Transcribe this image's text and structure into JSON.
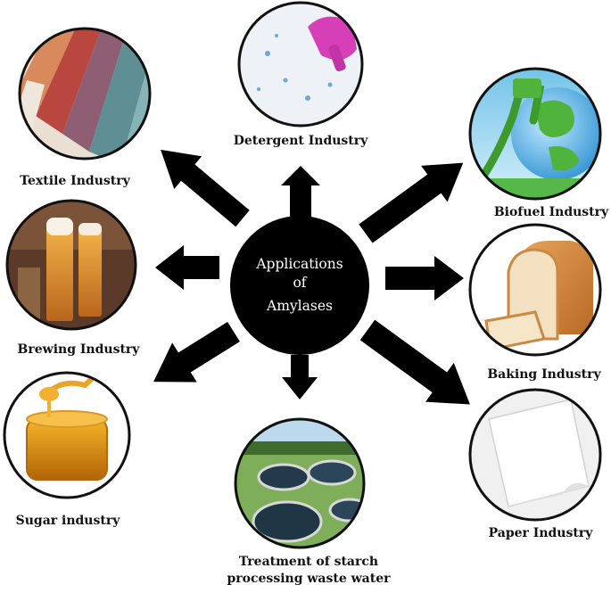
{
  "center": {
    "line1": "Applications",
    "line2": "of",
    "line3": "Amylases"
  },
  "industries": {
    "textile": "Textile Industry",
    "detergent": "Detergent Industry",
    "biofuel": "Biofuel Industry",
    "brewing": "Brewing Industry",
    "baking": "Baking Industry",
    "sugar": "Sugar industry",
    "paper": "Paper Industry",
    "wastewater_line1": "Treatment of starch",
    "wastewater_line2": "processing waste water"
  },
  "colors": {
    "arrow": "#000000",
    "circle_border": "#111111",
    "center_fill": "#000000"
  }
}
